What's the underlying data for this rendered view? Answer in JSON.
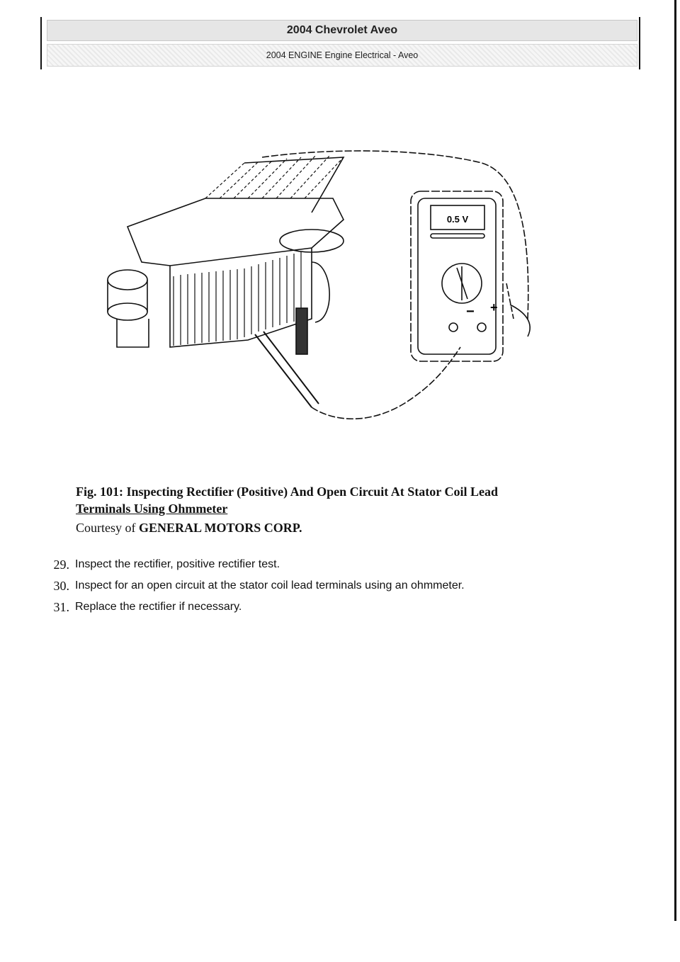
{
  "header": {
    "title": "2004 Chevrolet Aveo",
    "subtitle": "2004 ENGINE Engine Electrical - Aveo"
  },
  "figure": {
    "meter_reading": "0.5 V",
    "minus_sign": "−",
    "plus_sign": "+",
    "caption_title": "Fig. 101: Inspecting Rectifier (Positive) And Open Circuit At Stator Coil Lead",
    "caption_link": "Terminals Using Ohmmeter",
    "credit_prefix": "Courtesy of",
    "credit_source": "GENERAL MOTORS CORP."
  },
  "steps": [
    {
      "number": "29.",
      "text": "Inspect the rectifier, positive rectifier test."
    },
    {
      "number": "30.",
      "text": "Inspect for an open circuit at the stator coil lead terminals using an ohmmeter."
    },
    {
      "number": "31.",
      "text": "Replace the rectifier if necessary."
    }
  ]
}
